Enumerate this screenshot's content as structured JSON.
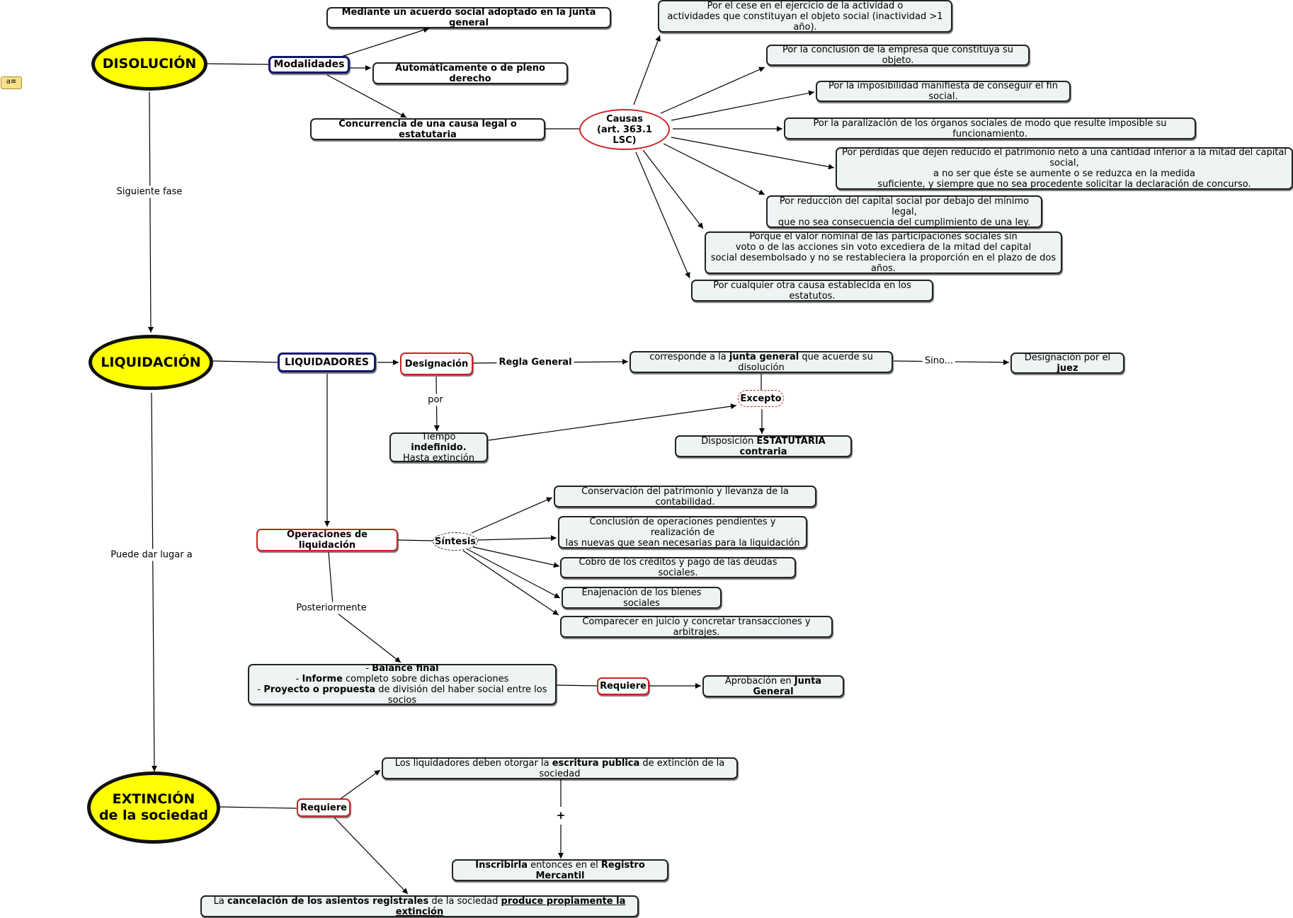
{
  "nodes": {
    "disolucion": "DISOLUCIÓN",
    "liquidacion": "LIQUIDACIÓN",
    "extincion_1": "EXTINCIÓN",
    "extincion_2": "de la sociedad",
    "modalidades": "Modalidades",
    "acuerdo": "Mediante un acuerdo social adoptado en la junta general",
    "automatica": "Automáticamente o de pleno derecho",
    "concurrencia": "Concurrencia de una causa legal o estatutaria",
    "causas_1": "Causas",
    "causas_2": "(art. 363.1 LSC)",
    "c1_1": "Por el cese en el ejercicio de la actividad o",
    "c1_2": "actividades que constituyan el objeto social (inactividad >1 año).",
    "c2": "Por la conclusión de la empresa que constituya su objeto.",
    "c3": "Por la imposibilidad manifiesta de conseguir el fin social.",
    "c4": "Por la paralización de los órganos sociales de modo que resulte imposible su funcionamiento.",
    "c5_1": "Por pérdidas que dejen reducido el patrimonio neto a una cantidad inferior a la mitad del capital social,",
    "c5_2": "a no ser que éste se aumente o se reduzca en la medida",
    "c5_3": "suficiente, y siempre que no sea procedente solicitar la declaración de concurso.",
    "c6_1": "Por reducción del capital social por debajo del mínimo legal,",
    "c6_2": "que no sea consecuencia del cumplimiento de una ley.",
    "c7_1": "Porque el valor nominal de las participaciones sociales sin",
    "c7_2": "voto o de las acciones sin voto excediera de la mitad del capital",
    "c7_3": "social desembolsado y no se restableciera la proporción en el plazo de dos años.",
    "c8": "Por cualquier otra causa establecida en los estatutos.",
    "liquidadores": "LIQUIDADORES",
    "designacion": "Designación",
    "corresponde_a": "corresponde a la ",
    "corresponde_b": "junta general",
    "corresponde_c": " que acuerde su disolución",
    "juez_a": "Designación por el ",
    "juez_b": "juez",
    "excepto": "Excepto",
    "disposicion_a": "Disposición ",
    "disposicion_b": "ESTATUTARIA contraria",
    "tiempo_a": "Tiempo ",
    "tiempo_b": "indefinido.",
    "tiempo_c": "Hasta extinción",
    "operaciones": "Operaciones de liquidación",
    "sintesis": "Síntesis",
    "o1": "Conservación del patrimonio y llevanza de la contabilidad.",
    "o2_1": "Conclusión de operaciones pendientes y realización de",
    "o2_2": "las nuevas que sean necesarias para la liquidación",
    "o3": "Cobro de los créditos y pago de las deudas sociales.",
    "o4": "Enajenación de los bienes sociales",
    "o5": "Comparecer en juicio y concretar transacciones y arbitrajes.",
    "balance_1a": "- ",
    "balance_1b": "Balance final",
    "balance_2a": "- ",
    "balance_2b": "Informe",
    "balance_2c": " completo sobre dichas operaciones",
    "balance_3a": "- ",
    "balance_3b": "Proyecto o propuesta",
    "balance_3c": " de división del haber social entre los socios",
    "requiere_1": "Requiere",
    "aprobacion_a": "Aprobación en ",
    "aprobacion_b": "Junta General",
    "requiere_2": "Requiere",
    "escritura_a": "Los liquidadores deben otorgar la ",
    "escritura_b": "escritura publica",
    "escritura_c": " de extinción de la sociedad",
    "inscribirla_a": "Inscribirla",
    "inscribirla_b": " entonces en el ",
    "inscribirla_c": "Registro Mercantil",
    "cancelacion_a": "La ",
    "cancelacion_b": "cancelación de los asientos registrales",
    "cancelacion_c": " de la sociedad ",
    "cancelacion_d": "produce propiamente la extinción"
  },
  "labels": {
    "siguiente_fase": "Siguiente fase",
    "puede_dar": "Puede dar lugar a",
    "regla_general": "Regla General",
    "sino": "Sino...",
    "por": "por",
    "posteriormente": "Posteriormente",
    "plus": "+"
  },
  "note_icon": "note-icon"
}
